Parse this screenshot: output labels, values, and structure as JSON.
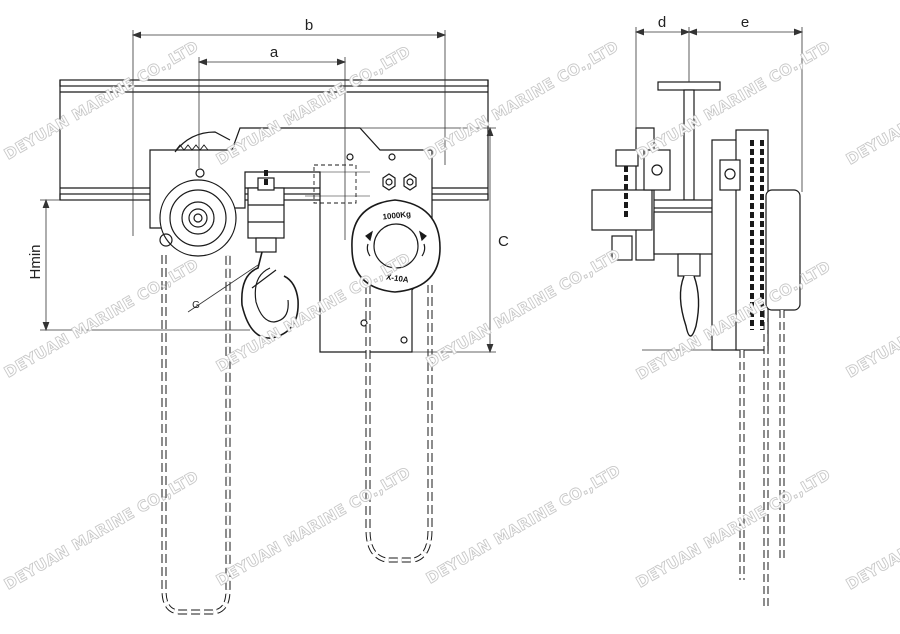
{
  "dimensions": {
    "a": "a",
    "b": "b",
    "c": "C",
    "d": "d",
    "e": "e",
    "hmin": "Hmin",
    "g": "G"
  },
  "hoist_plate": {
    "capacity": "1000Kg",
    "model": "X-10A"
  },
  "watermark": "DEYUAN MARINE CO.,LTD",
  "colors": {
    "line": "#1a1a1a",
    "fill": "#ffffff",
    "dim": "#333333",
    "watermark_outline": "#c9c9c9"
  }
}
